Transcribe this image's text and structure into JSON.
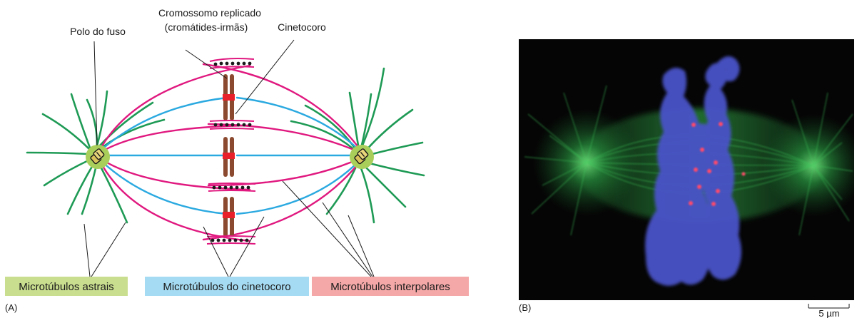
{
  "panel_a": {
    "panel_label": "(A)",
    "labels": {
      "spindle_pole": "Polo do fuso",
      "replicated_chromosome_line1": "Cromossomo replicado",
      "replicated_chromosome_line2": "(cromátides-irmãs)",
      "kinetochore": "Cinetocoro"
    },
    "legend": [
      {
        "key": "astral",
        "text": "Microtúbulos astrais",
        "color": "#c9de8f"
      },
      {
        "key": "kinetochore",
        "text": "Microtúbulos do cinetocoro",
        "color": "#a6dcf3"
      },
      {
        "key": "interpolar",
        "text": "Microtúbulos interpolares",
        "color": "#f4a9a8"
      }
    ],
    "colors": {
      "astral_microtubule": "#1e9a55",
      "kinetochore_microtubule": "#2aa9e0",
      "interpolar_microtubule": "#e0187f",
      "chromatid": "#8b4a2f",
      "kinetochore": "#e8202a",
      "pole": "#a9cf5a",
      "motor_protein": "#1a1a1a"
    }
  },
  "panel_b": {
    "panel_label": "(B)",
    "scale_bar": "5 µm",
    "colors": {
      "background": "#050505",
      "microtubules": "#2fae4a",
      "chromosomes": "#4a52c8",
      "kinetochores": "#ff4a6a"
    }
  }
}
